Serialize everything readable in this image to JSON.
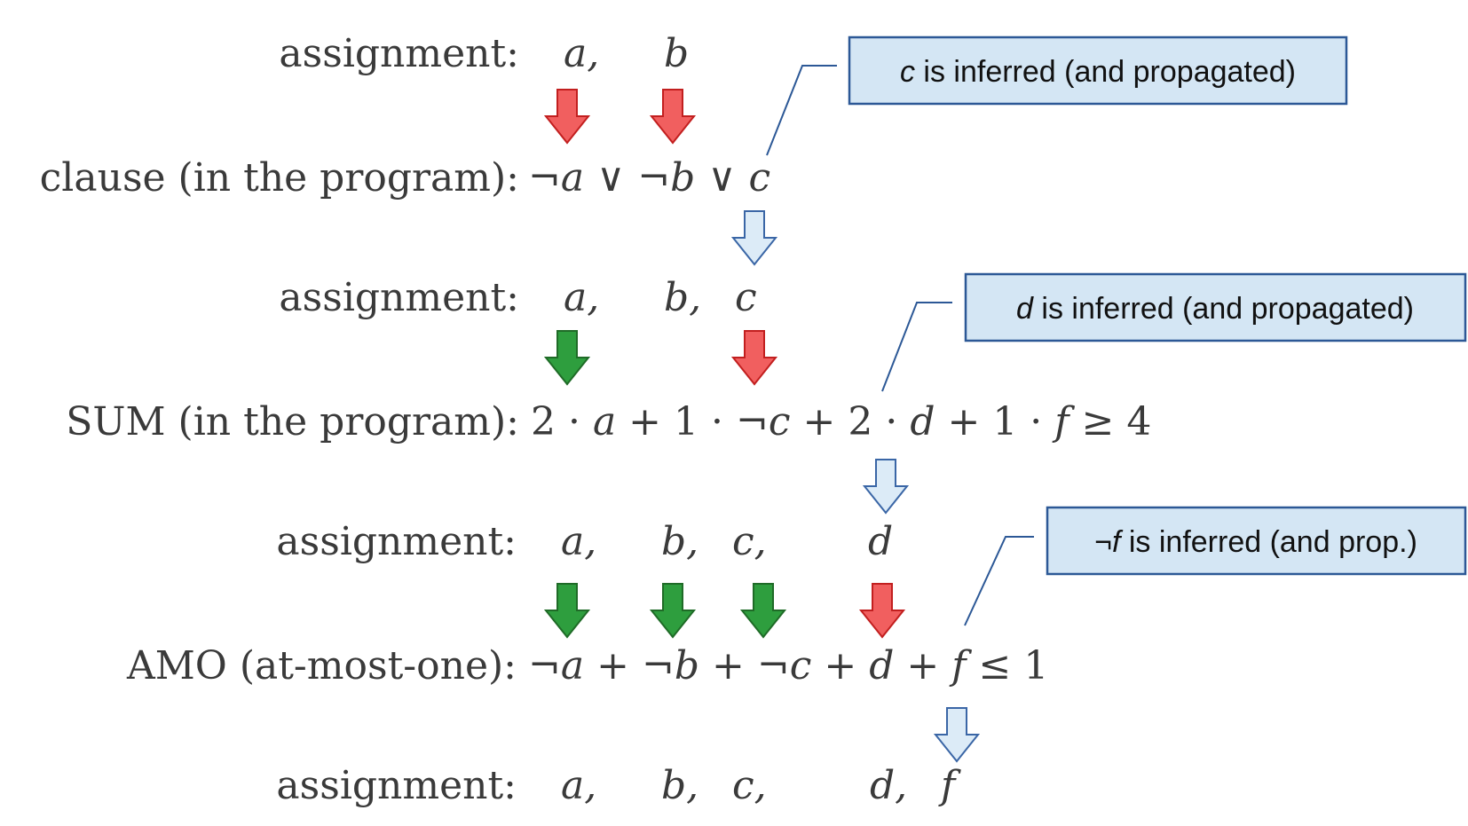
{
  "colors": {
    "red": "#f15f5f",
    "red_stroke": "#c21f1f",
    "green": "#2e9e3e",
    "green_stroke": "#1f6b27",
    "blue": "#dcebf7",
    "blue_stroke": "#3a66a6",
    "callout_fill": "#d4e6f4",
    "callout_stroke": "#2c5896",
    "text": "#3a3a3a"
  },
  "steps": [
    {
      "label": "assignment:",
      "vars": [
        {
          "text": "a,"
        },
        {
          "text": "b"
        }
      ]
    },
    {
      "label": "clause (in the program):",
      "formula": [
        {
          "text": "¬"
        },
        {
          "text": "a",
          "italic": true
        },
        {
          "text": " ∨ ¬"
        },
        {
          "text": "b",
          "italic": true
        },
        {
          "text": " ∨ "
        },
        {
          "text": "c",
          "italic": true
        }
      ]
    },
    {
      "label": "assignment:",
      "vars": [
        {
          "text": "a,"
        },
        {
          "text": "b,"
        },
        {
          "text": "c"
        }
      ]
    },
    {
      "label": "SUM (in the program):",
      "formula": [
        {
          "text": "2 · "
        },
        {
          "text": "a",
          "italic": true
        },
        {
          "text": " + 1 · ¬"
        },
        {
          "text": "c",
          "italic": true
        },
        {
          "text": " + 2 · "
        },
        {
          "text": "d",
          "italic": true
        },
        {
          "text": " + 1 · "
        },
        {
          "text": "f",
          "italic": true
        },
        {
          "text": " ≥ 4"
        }
      ]
    },
    {
      "label": "assignment:",
      "vars": [
        {
          "text": "a,"
        },
        {
          "text": "b,"
        },
        {
          "text": "c,"
        },
        {
          "text": "d"
        }
      ]
    },
    {
      "label": "AMO (at-most-one):",
      "formula": [
        {
          "text": "¬"
        },
        {
          "text": "a",
          "italic": true
        },
        {
          "text": " + ¬"
        },
        {
          "text": "b",
          "italic": true
        },
        {
          "text": " + ¬"
        },
        {
          "text": "c",
          "italic": true
        },
        {
          "text": " + "
        },
        {
          "text": "d",
          "italic": true
        },
        {
          "text": " + "
        },
        {
          "text": "f",
          "italic": true
        },
        {
          "text": " ≤ 1"
        }
      ]
    },
    {
      "label": "assignment:",
      "vars": [
        {
          "text": "a,"
        },
        {
          "text": "b,"
        },
        {
          "text": "c,"
        },
        {
          "text": "d,"
        },
        {
          "text": "f"
        }
      ]
    }
  ],
  "arrows": [
    {
      "kind": "red"
    },
    {
      "kind": "red"
    },
    {
      "kind": "blue"
    },
    {
      "kind": "green"
    },
    {
      "kind": "red"
    },
    {
      "kind": "blue"
    },
    {
      "kind": "green"
    },
    {
      "kind": "green"
    },
    {
      "kind": "green"
    },
    {
      "kind": "red"
    },
    {
      "kind": "blue"
    }
  ],
  "callouts": [
    {
      "var": "c",
      "rest": " is inferred (and propagated)"
    },
    {
      "var": "d",
      "rest": " is inferred (and propagated)"
    },
    {
      "var": "¬f",
      "rest": " is inferred (and prop.)"
    }
  ]
}
